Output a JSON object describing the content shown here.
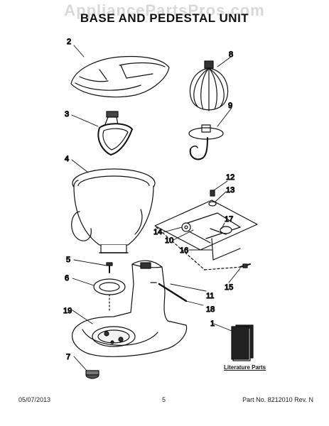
{
  "watermark": "AppliancePartsPros.com",
  "title": "BASE AND PEDESTAL UNIT",
  "callouts": [
    "2",
    "8",
    "3",
    "9",
    "4",
    "12",
    "13",
    "17",
    "14",
    "10",
    "16",
    "5",
    "6",
    "15",
    "11",
    "18",
    "19",
    "1",
    "7"
  ],
  "literature_label": "Literature Parts",
  "footer": {
    "date": "05/07/2013",
    "page": "5",
    "part": "Part No. 8212010  Rev. N"
  }
}
